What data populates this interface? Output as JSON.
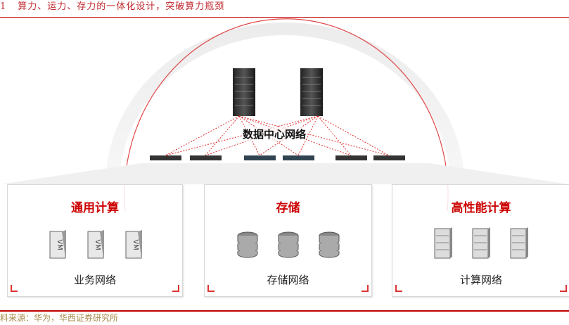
{
  "caption": {
    "number": "1",
    "text": "算力、运力、存力的一体化设计，突破算力瓶颈"
  },
  "datacenter": {
    "label": "数据中心网络"
  },
  "panels": [
    {
      "title": "通用计算",
      "network": "业务网络",
      "icon": "vm-server-icon",
      "icon_text": "VM"
    },
    {
      "title": "存储",
      "network": "存储网络",
      "icon": "database-icon"
    },
    {
      "title": "高性能计算",
      "network": "计算网络",
      "icon": "rack-server-icon"
    }
  ],
  "source": "料来源：华为，华西证券研究所",
  "colors": {
    "accent": "#cc0000",
    "rule": "#c00000",
    "source": "#a8894a"
  }
}
